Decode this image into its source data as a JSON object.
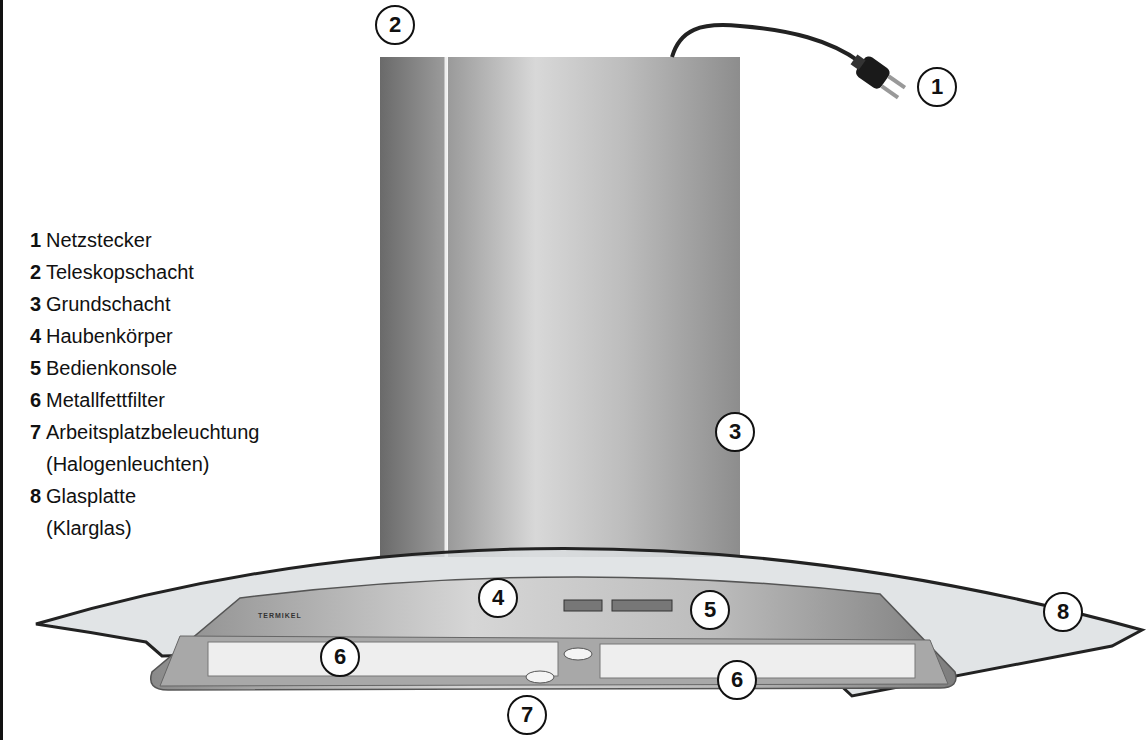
{
  "diagram": {
    "nodes": [
      {
        "text": [
          "2"
        ]
      },
      {
        "text": [
          "1"
        ]
      },
      {
        "text": [
          "3"
        ]
      },
      {
        "text": [
          "4"
        ]
      },
      {
        "text": [
          "5"
        ]
      },
      {
        "text": [
          "8"
        ]
      },
      {
        "text": [
          "6"
        ]
      },
      {
        "text": [
          "6"
        ]
      },
      {
        "text": [
          "7"
        ]
      }
    ],
    "labels": [
      "1",
      "Netzstecker",
      "2",
      "Teleskopschacht",
      "3",
      "Grundschacht",
      "4",
      "Haubenkörper",
      "5",
      "Bedienkonsole",
      "6",
      "Metallfettfilter",
      "7",
      "Arbeitsplatzbeleuchtung (Halogenleuchten)",
      "8",
      "Glasplatte (Klarglas)",
      "TERMIKEL"
    ]
  }
}
